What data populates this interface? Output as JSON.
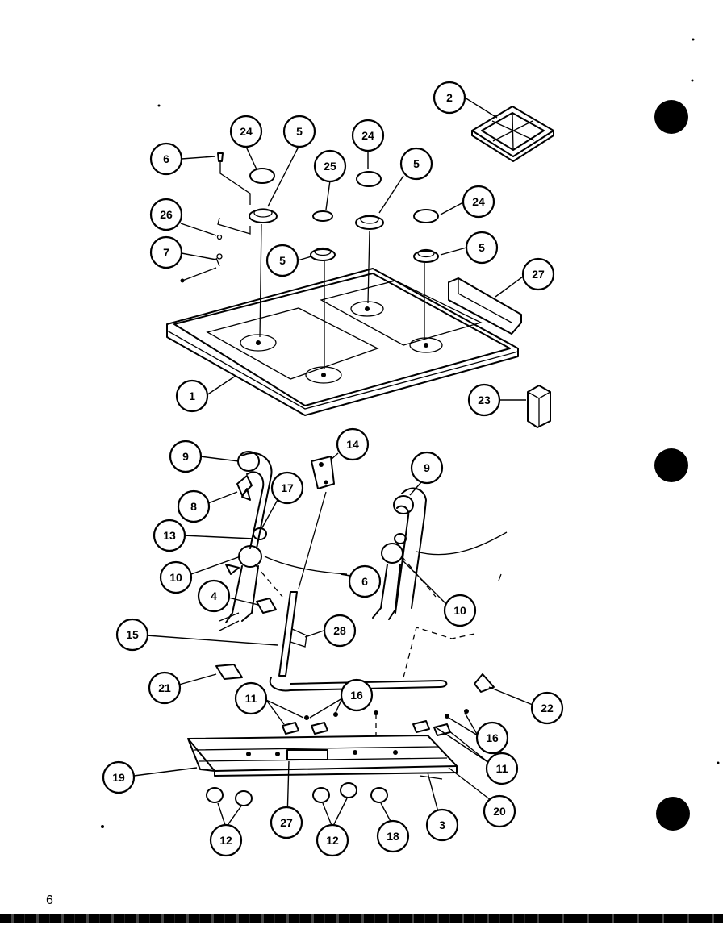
{
  "page": {
    "page_number": "6"
  },
  "callouts": [
    {
      "id": "c-2",
      "label": "2"
    },
    {
      "id": "c-24a",
      "label": "24"
    },
    {
      "id": "c-5a",
      "label": "5"
    },
    {
      "id": "c-24b",
      "label": "24"
    },
    {
      "id": "c-6a",
      "label": "6"
    },
    {
      "id": "c-25",
      "label": "25"
    },
    {
      "id": "c-5b",
      "label": "5"
    },
    {
      "id": "c-26",
      "label": "26"
    },
    {
      "id": "c-24c",
      "label": "24"
    },
    {
      "id": "c-7",
      "label": "7"
    },
    {
      "id": "c-5c",
      "label": "5"
    },
    {
      "id": "c-5d",
      "label": "5"
    },
    {
      "id": "c-27a",
      "label": "27"
    },
    {
      "id": "c-1",
      "label": "1"
    },
    {
      "id": "c-23",
      "label": "23"
    },
    {
      "id": "c-9a",
      "label": "9"
    },
    {
      "id": "c-14",
      "label": "14"
    },
    {
      "id": "c-9b",
      "label": "9"
    },
    {
      "id": "c-17",
      "label": "17"
    },
    {
      "id": "c-8",
      "label": "8"
    },
    {
      "id": "c-13",
      "label": "13"
    },
    {
      "id": "c-10a",
      "label": "10"
    },
    {
      "id": "c-6b",
      "label": "6"
    },
    {
      "id": "c-4",
      "label": "4"
    },
    {
      "id": "c-10b",
      "label": "10"
    },
    {
      "id": "c-28",
      "label": "28"
    },
    {
      "id": "c-15",
      "label": "15"
    },
    {
      "id": "c-21",
      "label": "21"
    },
    {
      "id": "c-11a",
      "label": "11"
    },
    {
      "id": "c-16a",
      "label": "16"
    },
    {
      "id": "c-22",
      "label": "22"
    },
    {
      "id": "c-16b",
      "label": "16"
    },
    {
      "id": "c-19",
      "label": "19"
    },
    {
      "id": "c-11b",
      "label": "11"
    },
    {
      "id": "c-20",
      "label": "20"
    },
    {
      "id": "c-27b",
      "label": "27"
    },
    {
      "id": "c-3",
      "label": "3"
    },
    {
      "id": "c-12a",
      "label": "12"
    },
    {
      "id": "c-12b",
      "label": "12"
    },
    {
      "id": "c-18",
      "label": "18"
    }
  ]
}
